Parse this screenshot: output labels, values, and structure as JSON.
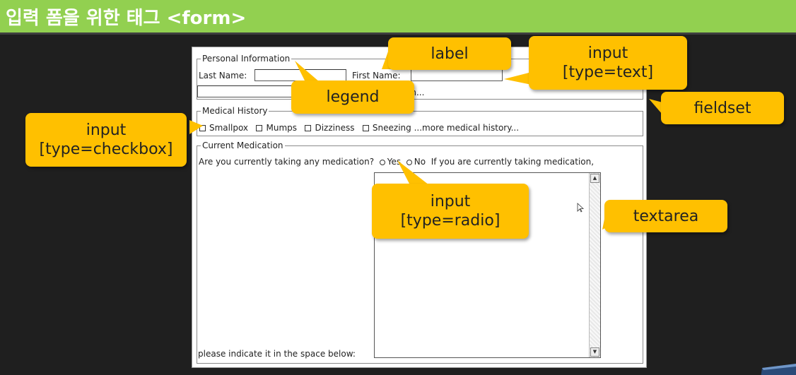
{
  "slide": {
    "title": "입력 폼을 위한 태그 <form>",
    "title_bar_color": "#92d050",
    "callout_color": "#ffc000"
  },
  "form": {
    "personal": {
      "legend": "Personal Information",
      "last_name_label": "Last Name:",
      "first_name_label": "First Name:",
      "row2_text": "on..."
    },
    "medical_history": {
      "legend": "Medical History",
      "items": [
        "Smallpox",
        "Mumps",
        "Dizziness",
        "Sneezing"
      ],
      "more": "...more medical history..."
    },
    "current_medication": {
      "legend": "Current Medication",
      "question": "Are you currently taking any medication?",
      "yes": "Yes",
      "no": "No",
      "prompt_tail": "If you are currently taking medication,",
      "prompt_bottom": "please indicate it in the space below:"
    }
  },
  "callouts": {
    "label": "label",
    "legend": "legend",
    "input_text": [
      "input",
      "[type=text]"
    ],
    "fieldset": "fieldset",
    "input_checkbox": [
      "input",
      "[type=checkbox]"
    ],
    "input_radio": [
      "input",
      "[type=radio]"
    ],
    "textarea": "textarea"
  }
}
